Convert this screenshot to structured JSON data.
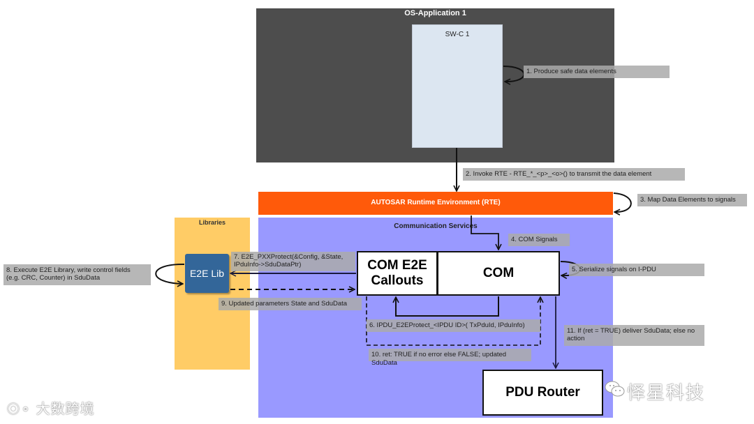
{
  "diagram": {
    "os_application": {
      "title": "OS-Application 1",
      "color": "#4d4d4d"
    },
    "swc": {
      "title": "SW-C 1",
      "color": "#dce6f1"
    },
    "rte": {
      "title": "AUTOSAR  Runtime Environment (RTE)",
      "color": "#ff5a0a"
    },
    "libraries": {
      "title": "Libraries",
      "color": "#ffcc66"
    },
    "communication_services": {
      "title": "Communication Services",
      "color": "#9999ff"
    },
    "e2e_lib": {
      "label": "E2E  Lib",
      "color": "#336699"
    },
    "com_e2e_callouts": {
      "label": "COM E2E\nCallouts"
    },
    "com": {
      "label": "COM"
    },
    "pdu_router": {
      "label": "PDU Router"
    },
    "steps": [
      {
        "id": 1,
        "text": "1.  Produce  safe  data  elements"
      },
      {
        "id": 2,
        "text": "2. Invoke   RTE - RTE_*_<p>_<o>() to transmit  the data  element"
      },
      {
        "id": 3,
        "text": "3. Map Data Elements  to signals"
      },
      {
        "id": 4,
        "text": "4. COM Signals"
      },
      {
        "id": 5,
        "text": "5. Serialize signals on I-PDU"
      },
      {
        "id": 6,
        "text": "6. IPDU_E2EProtect_<IPDU   ID>( TxPduId,  IPduInfo)"
      },
      {
        "id": 7,
        "text": "7. E2E_PXXProtect(&Config,   &State,\nIPduInfo->SduDataPtr)"
      },
      {
        "id": 8,
        "text": "8. Execute  E2E Library,  write control  fields\n(e.g. CRC, Counter)  in SduData"
      },
      {
        "id": 9,
        "text": "9.  Updated  parameters  State  and  SduData"
      },
      {
        "id": 10,
        "text": "10. ret: TRUE if no error else FALSE;  updated  SduData"
      },
      {
        "id": 11,
        "text": "11. If  (ret = TRUE) deliver  SduData;  else no\n         action"
      }
    ]
  },
  "watermarks": {
    "bottom_left": "大数跨境",
    "bottom_right": "怿星科技"
  }
}
